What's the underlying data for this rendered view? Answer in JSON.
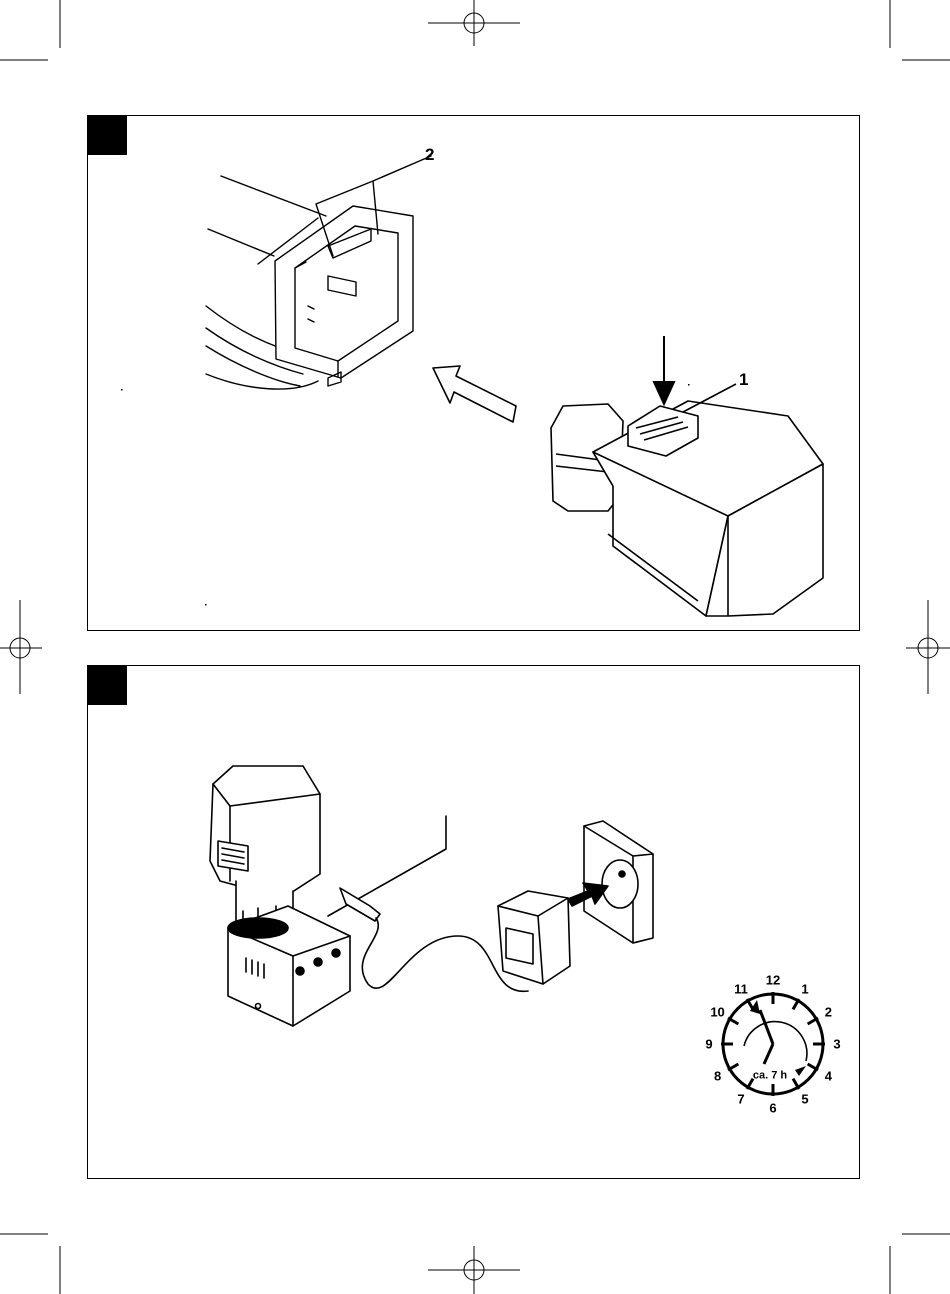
{
  "figure_1": {
    "callouts": {
      "release_button": "1",
      "latch_slot": "2"
    }
  },
  "figure_2": {
    "clock": {
      "numbers": [
        "12",
        "1",
        "2",
        "3",
        "4",
        "5",
        "6",
        "7",
        "8",
        "9",
        "10",
        "11"
      ],
      "duration_label": "ca. 7 h"
    }
  }
}
